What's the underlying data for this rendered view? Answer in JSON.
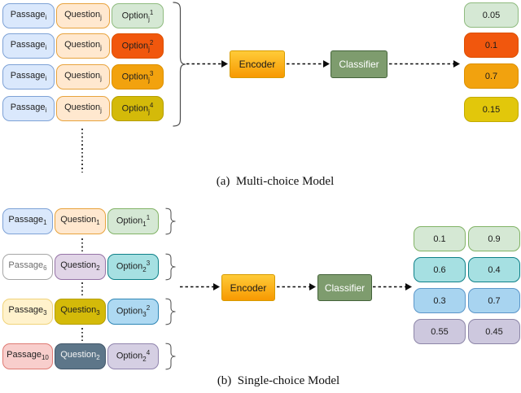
{
  "labels": {
    "encoder": "Encoder",
    "classifier": "Classifier"
  },
  "captions": {
    "a": "(a)  Multi-choice Model",
    "b": "(b)  Single-choice Model"
  },
  "section_a": {
    "rows": [
      {
        "chips": [
          {
            "base": "Passage",
            "sub": "i",
            "fill": "#dae8fc",
            "stroke": "#7ea2d6"
          },
          {
            "base": "Question",
            "sub": "j",
            "fill": "#ffe8cf",
            "stroke": "#e8a33d"
          },
          {
            "base": "Option",
            "sub": "j",
            "sup": "1",
            "fill": "#d5e8d4",
            "stroke": "#8fbb7f"
          }
        ]
      },
      {
        "chips": [
          {
            "base": "Passage",
            "sub": "i",
            "fill": "#dae8fc",
            "stroke": "#7ea2d6"
          },
          {
            "base": "Question",
            "sub": "j",
            "fill": "#ffe8cf",
            "stroke": "#e8a33d"
          },
          {
            "base": "Option",
            "sub": "j",
            "sup": "2",
            "fill": "#f1570d",
            "stroke": "#dd4f00"
          }
        ]
      },
      {
        "chips": [
          {
            "base": "Passage",
            "sub": "i",
            "fill": "#dae8fc",
            "stroke": "#7ea2d6"
          },
          {
            "base": "Question",
            "sub": "j",
            "fill": "#ffe8cf",
            "stroke": "#e8a33d"
          },
          {
            "base": "Option",
            "sub": "j",
            "sup": "3",
            "fill": "#f2a20e",
            "stroke": "#dd9000"
          }
        ]
      },
      {
        "chips": [
          {
            "base": "Passage",
            "sub": "i",
            "fill": "#dae8fc",
            "stroke": "#7ea2d6"
          },
          {
            "base": "Question",
            "sub": "j",
            "fill": "#ffe8cf",
            "stroke": "#e8a33d"
          },
          {
            "base": "Option",
            "sub": "j",
            "sup": "4",
            "fill": "#d4ba09",
            "stroke": "#b59e00"
          }
        ]
      }
    ],
    "outputs": [
      {
        "value": "0.05",
        "fill": "#d5e8d4",
        "stroke": "#8fbb7f"
      },
      {
        "value": "0.1",
        "fill": "#f1570d",
        "stroke": "#dd4f00"
      },
      {
        "value": "0.7",
        "fill": "#f2a20e",
        "stroke": "#dd9000"
      },
      {
        "value": "0.15",
        "fill": "#e2c70b",
        "stroke": "#c2aa00"
      }
    ]
  },
  "section_b": {
    "rows": [
      {
        "chips": [
          {
            "base": "Passage",
            "sub": "1",
            "fill": "#dae8fc",
            "stroke": "#7ea2d6"
          },
          {
            "base": "Question",
            "sub": "1",
            "fill": "#ffe8cf",
            "stroke": "#e8a33d"
          },
          {
            "base": "Option",
            "sub": "1",
            "sup": "1",
            "fill": "#d5e8d4",
            "stroke": "#82b366"
          }
        ]
      },
      {
        "chips": [
          {
            "base": "Passage",
            "sub": "6",
            "fill": "#ffffff",
            "stroke": "#a6a6a6",
            "text": "#6e6e6e"
          },
          {
            "base": "Question",
            "sub": "2",
            "fill": "#e1d5e7",
            "stroke": "#9673a6"
          },
          {
            "base": "Option",
            "sub": "2",
            "sup": "3",
            "fill": "#a6e0e2",
            "stroke": "#0e8088"
          }
        ]
      },
      {
        "chips": [
          {
            "base": "Passage",
            "sub": "3",
            "fill": "#fff2cc",
            "stroke": "#f0d37a"
          },
          {
            "base": "Question",
            "sub": "3",
            "fill": "#d4ba09",
            "stroke": "#b59e00"
          },
          {
            "base": "Option",
            "sub": "3",
            "sup": "2",
            "fill": "#aed9f2",
            "stroke": "#2e86b5"
          }
        ]
      },
      {
        "chips": [
          {
            "base": "Passage",
            "sub": "10",
            "fill": "#f8cecc",
            "stroke": "#df7a73"
          },
          {
            "base": "Question",
            "sub": "2",
            "fill": "#5d7689",
            "stroke": "#43576a",
            "text": "#f5f5f5"
          },
          {
            "base": "Option",
            "sub": "2",
            "sup": "4",
            "fill": "#d5cfe3",
            "stroke": "#9084ad"
          }
        ]
      }
    ],
    "output_grid": [
      [
        {
          "value": "0.1",
          "fill": "#d5e8d4",
          "stroke": "#82b366"
        },
        {
          "value": "0.9",
          "fill": "#d5e8d4",
          "stroke": "#82b366"
        }
      ],
      [
        {
          "value": "0.6",
          "fill": "#a6e0e2",
          "stroke": "#0e8088"
        },
        {
          "value": "0.4",
          "fill": "#a6e0e2",
          "stroke": "#0e8088"
        }
      ],
      [
        {
          "value": "0.3",
          "fill": "#a8d4f0",
          "stroke": "#5b96c9"
        },
        {
          "value": "0.7",
          "fill": "#a8d4f0",
          "stroke": "#5b96c9"
        }
      ],
      [
        {
          "value": "0.55",
          "fill": "#cdc8de",
          "stroke": "#8d86a8"
        },
        {
          "value": "0.45",
          "fill": "#cdc8de",
          "stroke": "#8d86a8"
        }
      ]
    ]
  }
}
